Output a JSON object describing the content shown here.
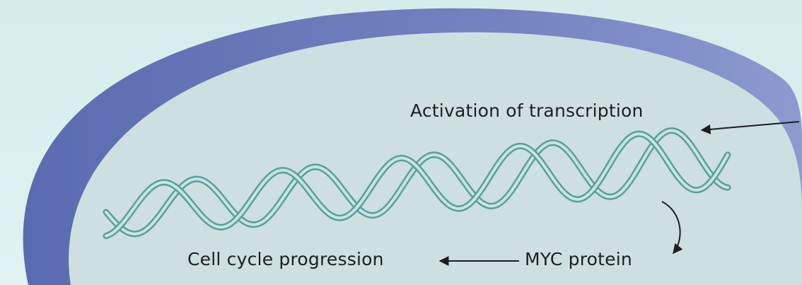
{
  "diagram": {
    "labels": {
      "activation": "Activation of transcription",
      "cell_cycle": "Cell cycle progression",
      "myc_protein": "MYC protein"
    },
    "colors": {
      "background": "#d8eeec",
      "outer_band": "#6677b8",
      "nucleus_fill": "#ccdedf",
      "helix_strand": "#5a9f9a",
      "helix_light": "#c7e5e1",
      "arrow": "#1e1e1e"
    },
    "arrows": [
      {
        "from": "outside",
        "to": "dna-helix",
        "name": "activation-arrow"
      },
      {
        "from": "dna-helix",
        "to": "myc_protein",
        "name": "translation-arrow"
      },
      {
        "from": "myc_protein",
        "to": "cell_cycle",
        "name": "cell-cycle-arrow"
      }
    ]
  }
}
